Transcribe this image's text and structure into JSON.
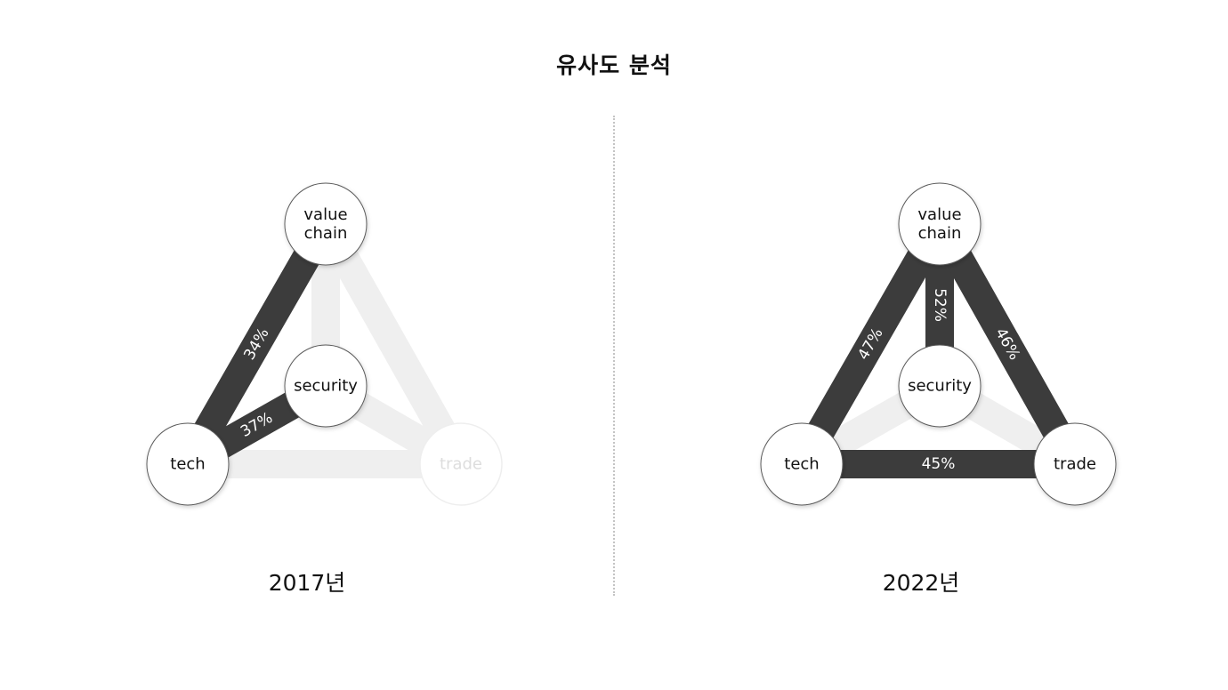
{
  "title": "유사도 분석",
  "colors": {
    "active_edge": "#3c3c3c",
    "inactive_edge": "#efefef",
    "node_stroke": "#5a5a5a",
    "inactive_node_stroke": "#eeeeee",
    "inactive_text": "#dddddd",
    "edge_label": "#ffffff"
  },
  "diagrams": [
    {
      "year_label": "2017년",
      "nodes": [
        {
          "id": "value_chain",
          "lines": [
            "value",
            "chain"
          ],
          "active": true
        },
        {
          "id": "security",
          "lines": [
            "security"
          ],
          "active": true
        },
        {
          "id": "tech",
          "lines": [
            "tech"
          ],
          "active": true
        },
        {
          "id": "trade",
          "lines": [
            "trade"
          ],
          "active": false
        }
      ],
      "edges": [
        {
          "from": "value_chain",
          "to": "tech",
          "label": "34%",
          "value": 34,
          "active": true
        },
        {
          "from": "security",
          "to": "tech",
          "label": "37%",
          "value": 37,
          "active": true
        },
        {
          "from": "value_chain",
          "to": "security",
          "label": "",
          "active": false
        },
        {
          "from": "value_chain",
          "to": "trade",
          "label": "",
          "active": false
        },
        {
          "from": "security",
          "to": "trade",
          "label": "",
          "active": false
        },
        {
          "from": "tech",
          "to": "trade",
          "label": "",
          "active": false
        }
      ]
    },
    {
      "year_label": "2022년",
      "nodes": [
        {
          "id": "value_chain",
          "lines": [
            "value",
            "chain"
          ],
          "active": true
        },
        {
          "id": "security",
          "lines": [
            "security"
          ],
          "active": true
        },
        {
          "id": "tech",
          "lines": [
            "tech"
          ],
          "active": true
        },
        {
          "id": "trade",
          "lines": [
            "trade"
          ],
          "active": true
        }
      ],
      "edges": [
        {
          "from": "value_chain",
          "to": "tech",
          "label": "47%",
          "value": 47,
          "active": true
        },
        {
          "from": "value_chain",
          "to": "security",
          "label": "52%",
          "value": 52,
          "active": true
        },
        {
          "from": "value_chain",
          "to": "trade",
          "label": "46%",
          "value": 46,
          "active": true
        },
        {
          "from": "tech",
          "to": "trade",
          "label": "45%",
          "value": 45,
          "active": true
        },
        {
          "from": "security",
          "to": "tech",
          "label": "",
          "active": false
        },
        {
          "from": "security",
          "to": "trade",
          "label": "",
          "active": false
        }
      ]
    }
  ]
}
